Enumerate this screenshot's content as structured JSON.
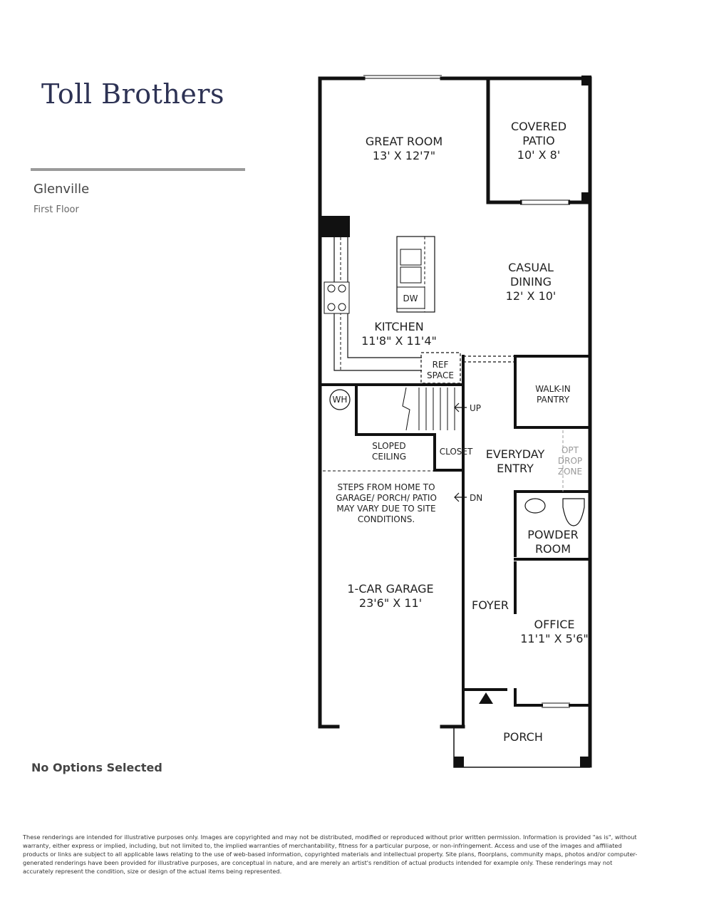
{
  "brand": {
    "logo_text": "Toll Brothers"
  },
  "model": {
    "name": "Glenville",
    "floor": "First Floor"
  },
  "status": {
    "options": "No Options Selected"
  },
  "disclaimer": "These renderings are intended for illustrative purposes only. Images are copyrighted and may not be distributed, modified or reproduced without prior written permission. Information is provided \"as is\", without warranty, either express or implied, including, but not limited to, the implied warranties of merchantability, fitness for a particular purpose, or non-infringement. Access and use of the images and affiliated products or links are subject to all applicable laws relating to the use of web-based information, copyrighted materials and intellectual property. Site plans, floorplans, community maps, photos and/or computer-generated renderings have been provided for illustrative purposes, are conceptual in nature, and are merely an artist's rendition of actual products intended for example only. These renderings may not accurately represent the condition, size or design of the actual items being represented.",
  "plan": {
    "great_room": {
      "name": "GREAT ROOM",
      "size": "13' X 12'7\""
    },
    "covered_patio": {
      "name_1": "COVERED",
      "name_2": "PATIO",
      "size": "10' X 8'"
    },
    "casual_dining": {
      "name_1": "CASUAL",
      "name_2": "DINING",
      "size": "12' X 10'"
    },
    "kitchen": {
      "name": "KITCHEN",
      "size": "11'8\" X 11'4\""
    },
    "dw": "DW",
    "ref_space": {
      "line_1": "REF",
      "line_2": "SPACE"
    },
    "walk_in_pantry": {
      "line_1": "WALK-IN",
      "line_2": "PANTRY"
    },
    "wh": "WH",
    "up": "UP",
    "dn": "DN",
    "sloped_ceiling": {
      "line_1": "SLOPED",
      "line_2": "CEILING"
    },
    "closet": "CLOSET",
    "everyday_entry": {
      "line_1": "EVERYDAY",
      "line_2": "ENTRY"
    },
    "opt_drop_zone": {
      "line_1": "OPT",
      "line_2": "DROP",
      "line_3": "ZONE"
    },
    "garage_note": {
      "line_1": "STEPS FROM HOME TO",
      "line_2": "GARAGE/ PORCH/ PATIO",
      "line_3": "MAY VARY DUE TO SITE",
      "line_4": "CONDITIONS."
    },
    "powder_room": {
      "line_1": "POWDER",
      "line_2": "ROOM"
    },
    "garage": {
      "name": "1-CAR GARAGE",
      "size": "23'6\" X 11'"
    },
    "foyer": "FOYER",
    "office": {
      "name": "OFFICE",
      "size": "11'1\" X 5'6\""
    },
    "porch": "PORCH"
  }
}
